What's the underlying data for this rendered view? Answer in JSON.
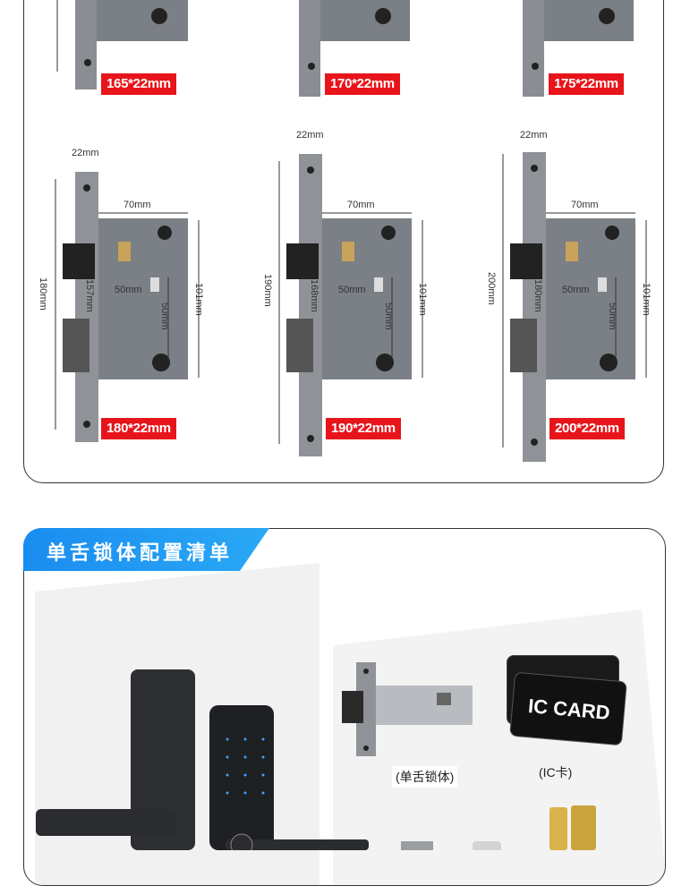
{
  "top_row": [
    {
      "size": "165*22mm"
    },
    {
      "size": "170*22mm"
    },
    {
      "size": "175*22mm"
    }
  ],
  "bottom_row": [
    {
      "size": "180*22mm",
      "faceplate": "22mm",
      "backset": "70mm",
      "total": "180mm",
      "inner": "157mm",
      "mid": "50mm",
      "vert": "50mm",
      "height": "101mm"
    },
    {
      "size": "190*22mm",
      "faceplate": "22mm",
      "backset": "70mm",
      "total": "190mm",
      "inner": "168mm",
      "mid": "50mm",
      "vert": "50mm",
      "height": "101mm"
    },
    {
      "size": "200*22mm",
      "faceplate": "22mm",
      "backset": "70mm",
      "total": "200mm",
      "inner": "180mm",
      "mid": "50mm",
      "vert": "50mm",
      "height": "101mm"
    }
  ],
  "config": {
    "title": "单舌锁体配置清单",
    "captions": {
      "lockbody": "(单舌锁体)",
      "iccard": "(IC卡)"
    },
    "card_text": "IC CARD"
  },
  "colors": {
    "tag_red": "#e8141b",
    "badge_blue": "#1a8df0"
  }
}
